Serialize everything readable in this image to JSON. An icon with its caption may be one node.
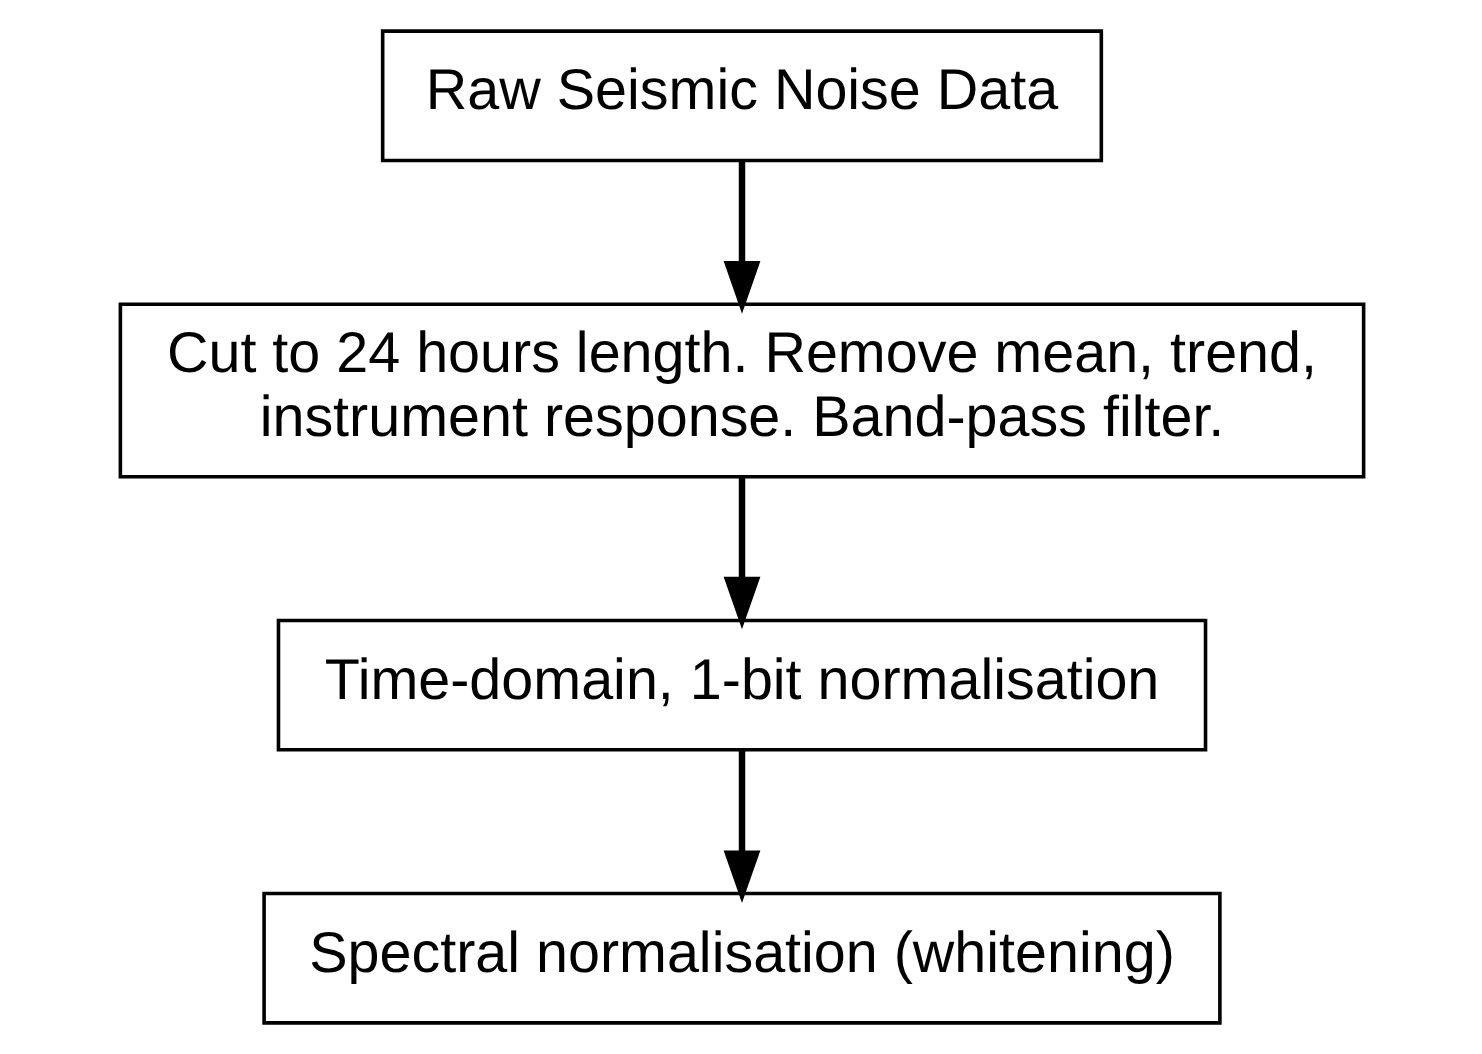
{
  "diagram": {
    "nodes": [
      {
        "text": [
          "Raw Seismic Noise Data"
        ]
      },
      {
        "text": [
          "Cut to 24 hours length. Remove mean, trend, instrument response. Band-pass filter."
        ]
      },
      {
        "text": [
          "Time-domain, 1-bit normalisation"
        ]
      },
      {
        "text": [
          "Spectral normalisation (whitening)"
        ]
      }
    ],
    "edges": [
      {
        "from": 0,
        "to": 1,
        "arrow": "to"
      },
      {
        "from": 1,
        "to": 2,
        "arrow": "to"
      },
      {
        "from": 2,
        "to": 3,
        "arrow": "to"
      }
    ]
  }
}
